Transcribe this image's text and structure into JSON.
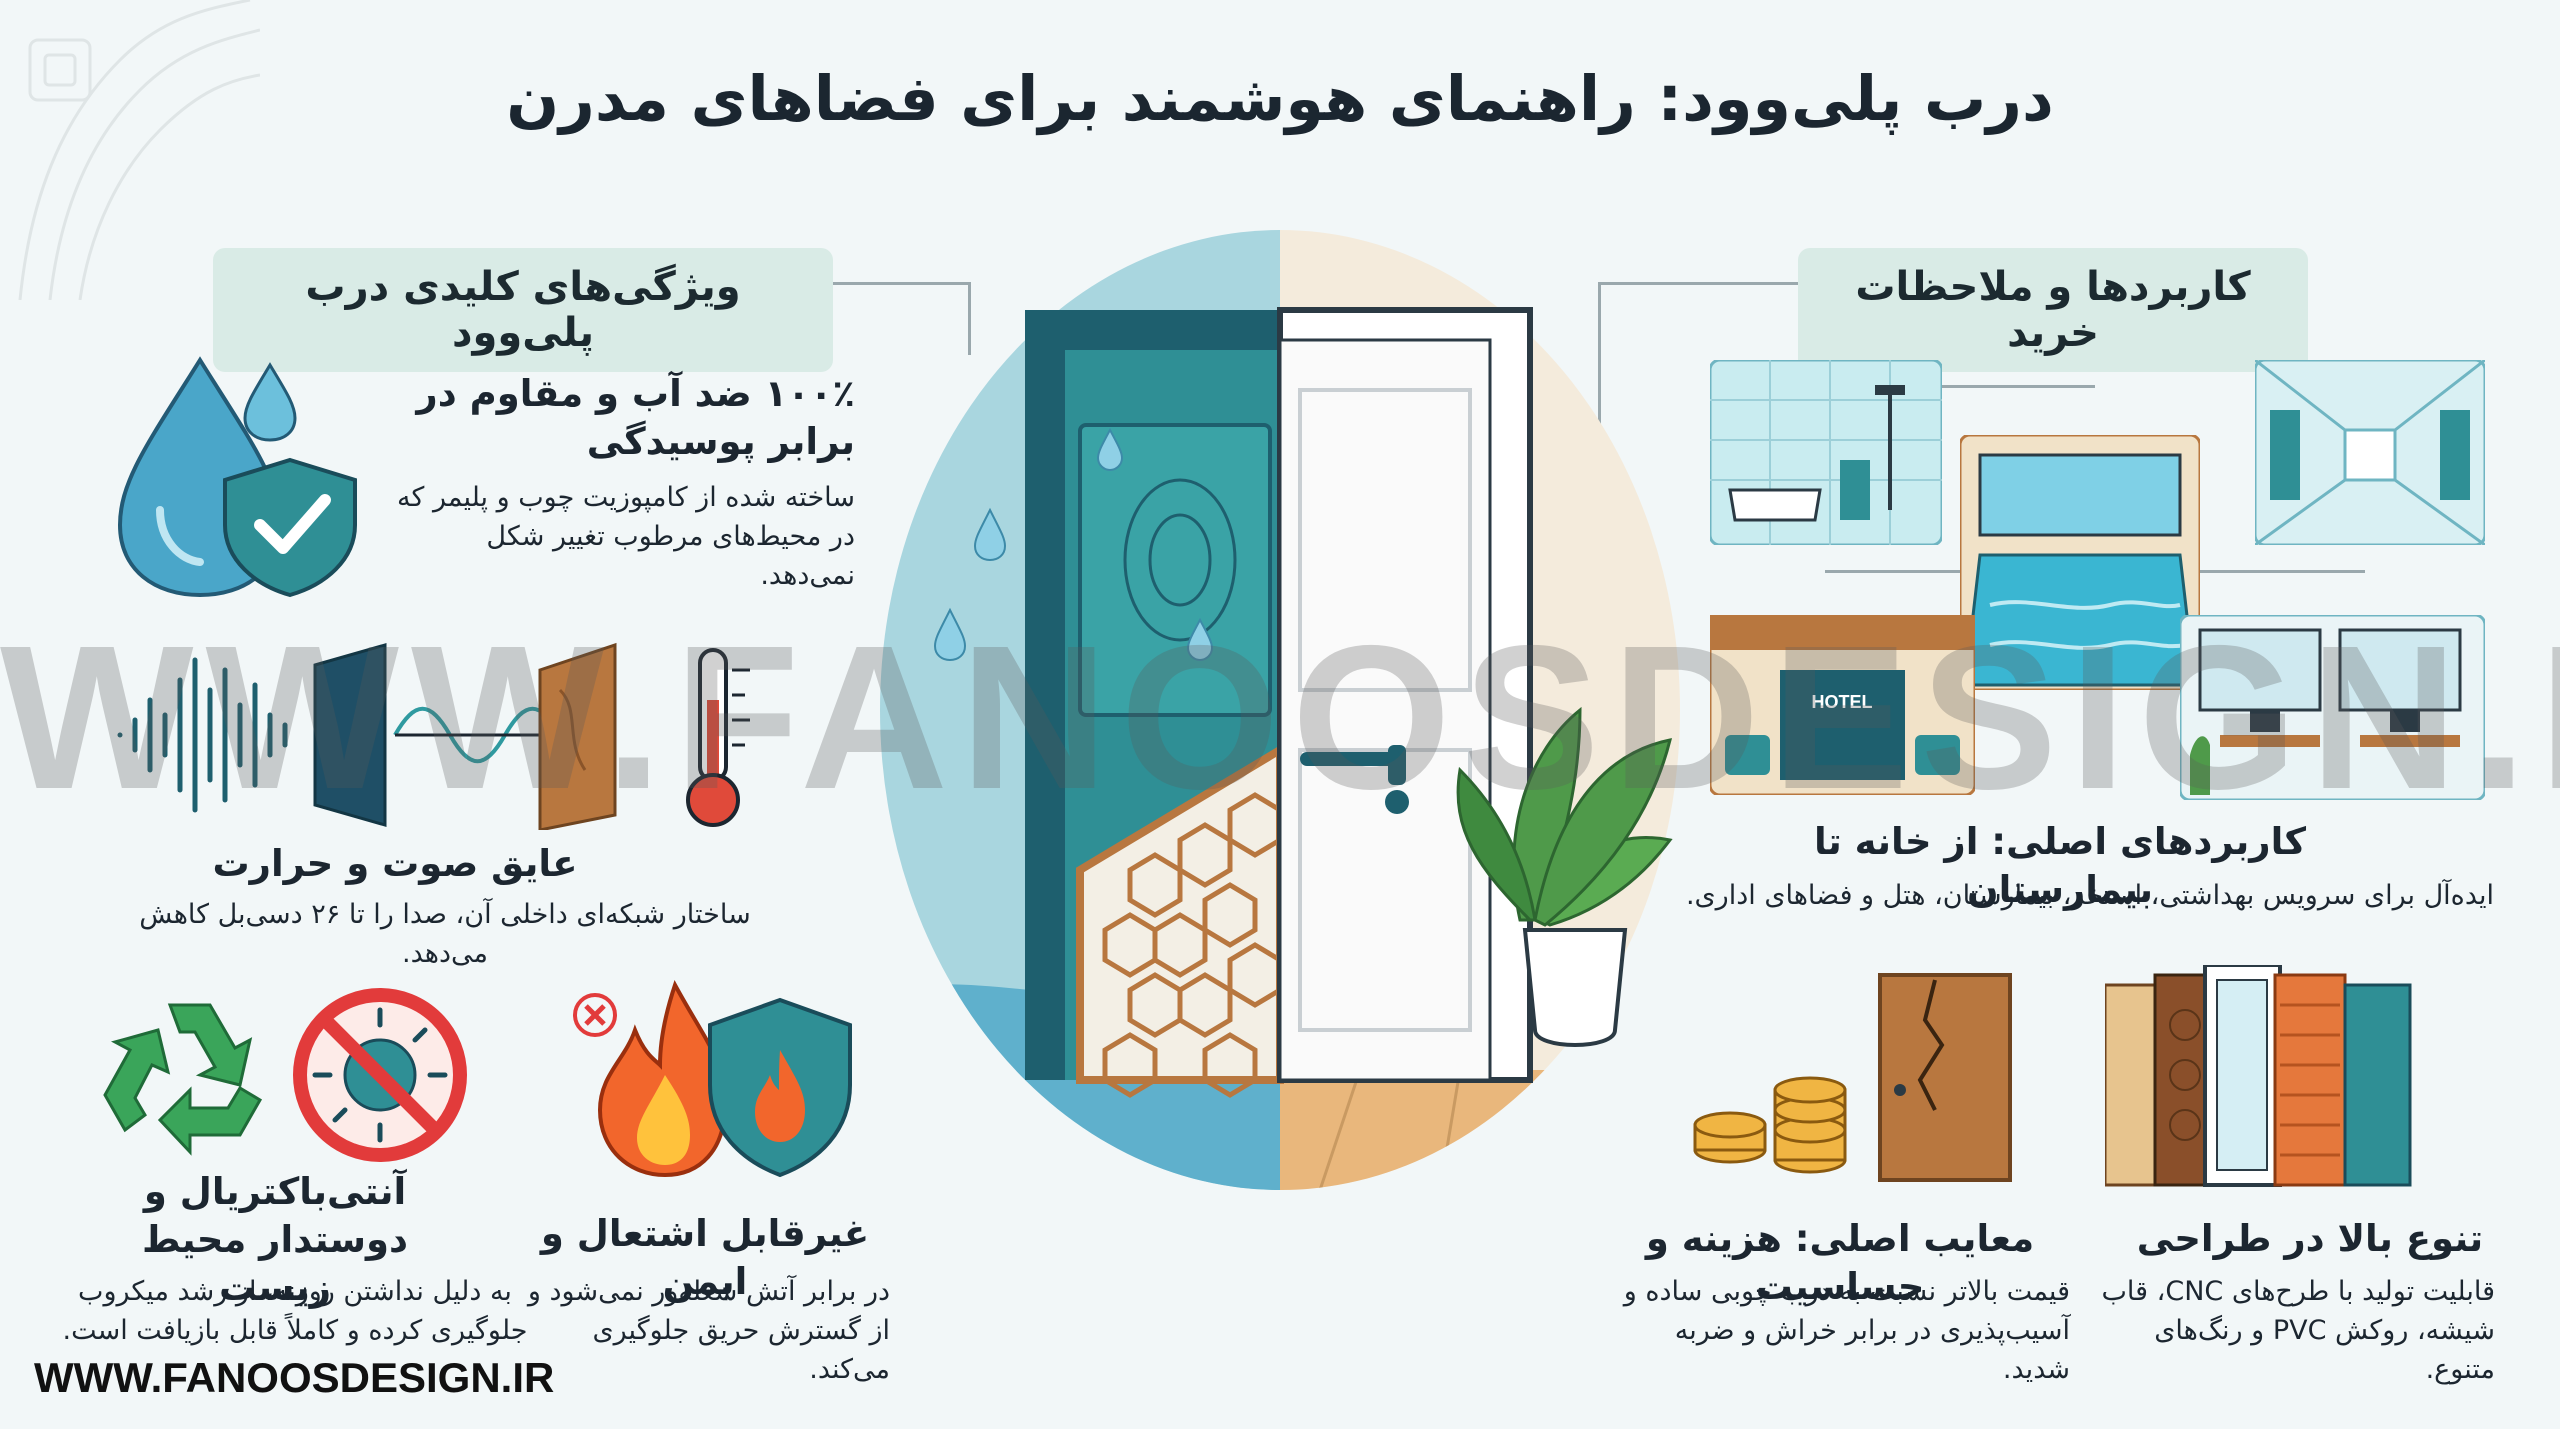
{
  "title": "درب پلی‌وود: راهنمای هوشمند برای فضاهای مدرن",
  "left_section": {
    "heading": "ویژگی‌های کلیدی درب پلی‌وود",
    "features": [
      {
        "title": "۱۰۰٪ ضد آب و مقاوم در برابر پوسیدگی",
        "desc": "ساخته شده از کامپوزیت چوب و پلیمر که در محیط‌های مرطوب تغییر شکل نمی‌دهد."
      },
      {
        "title": "عایق صوت و حرارت",
        "desc": "ساختار شبکه‌ای داخلی آن، صدا را تا ۲۶ دسی‌بل کاهش می‌دهد."
      },
      {
        "title": "آنتی‌باکتریال و دوستدار محیط زیست",
        "desc": "به دلیل نداشتن روزنه، از رشد میکروب جلوگیری کرده و کاملاً قابل بازیافت است."
      },
      {
        "title": "غیرقابل اشتعال و ایمن",
        "desc": "در برابر آتش شعله‌ور نمی‌شود و از گسترش حریق جلوگیری می‌کند."
      }
    ]
  },
  "right_section": {
    "heading": "کاربردها و ملاحظات خرید",
    "uses": {
      "title": "کاربردهای اصلی: از خانه تا بیمارستان",
      "desc": "ایده‌آل برای سرویس بهداشتی، استخر، بیمارستان، هتل و فضاهای اداری."
    },
    "hotel_sign": "HOTEL",
    "cons": {
      "title": "معایب اصلی: هزینه و حساسیت",
      "desc": "قیمت بالاتر نسبت به درب چوبی ساده و آسیب‌پذیری در برابر خراش و ضربه شدید."
    },
    "variety": {
      "title": "تنوع بالا در طراحی",
      "desc": "قابلیت تولید با طرح‌های CNC، قاب شیشه، روکش PVC و رنگ‌های متنوع."
    }
  },
  "watermark": "WWW.FANOOSDESIGN.IR",
  "footer_url": "WWW.FANOOSDESIGN.IR",
  "colors": {
    "teal_dark": "#1e5f6e",
    "teal": "#2f8f95",
    "water": "#4aa6c9",
    "wood": "#b8773f",
    "fire": "#f2662c",
    "accent_green": "#3aa55a"
  }
}
